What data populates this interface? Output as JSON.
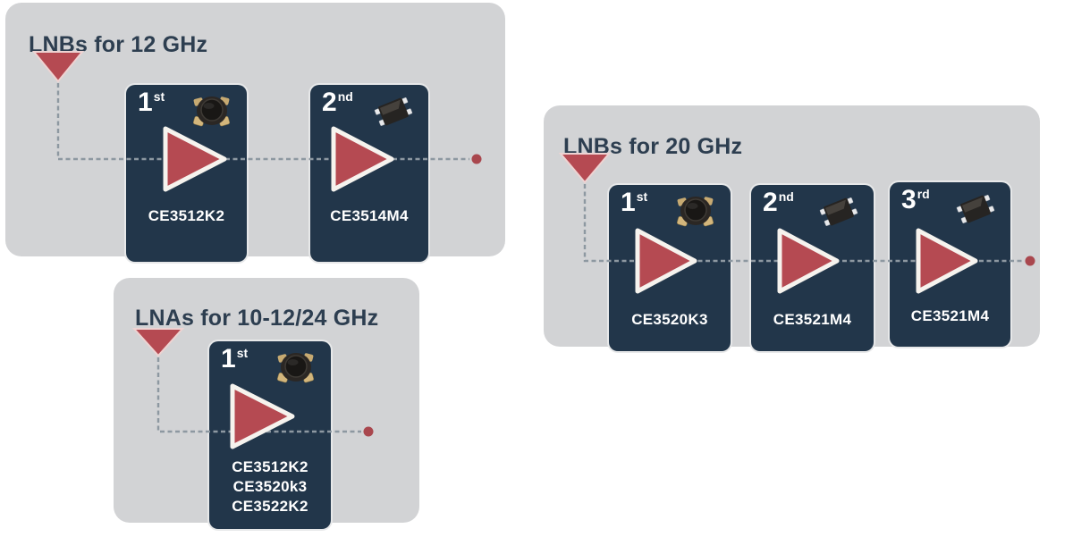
{
  "diagram": {
    "colors": {
      "panel_background": "#d2d3d5",
      "block_background": "#22364a",
      "accent_red": "#b54a52",
      "title_text": "#2d3e50",
      "dashed_line": "#8d98a1",
      "triangle_outline": "#f6f3ee",
      "label_text": "#ffffff"
    },
    "icons": {
      "antenna": "down-triangle-antenna-icon",
      "amplifier": "amplifier-triangle-icon",
      "metal_can_package": "metal-can-package-icon",
      "sot_package": "sot23-package-icon",
      "output": "output-dot-icon"
    }
  },
  "panels": [
    {
      "title": "LNBs for 12 GHz",
      "blocks": [
        {
          "ordinal": "1",
          "suffix": "st",
          "package_icon": "metal-can-package-icon",
          "parts": [
            "CE3512K2"
          ]
        },
        {
          "ordinal": "2",
          "suffix": "nd",
          "package_icon": "sot23-package-icon",
          "parts": [
            "CE3514M4"
          ]
        }
      ]
    },
    {
      "title": "LNAs for 10-12/24 GHz",
      "blocks": [
        {
          "ordinal": "1",
          "suffix": "st",
          "package_icon": "metal-can-package-icon",
          "parts": [
            "CE3512K2",
            "CE3520k3",
            "CE3522K2"
          ]
        }
      ]
    },
    {
      "title": "LNBs for 20 GHz",
      "blocks": [
        {
          "ordinal": "1",
          "suffix": "st",
          "package_icon": "metal-can-package-icon",
          "parts": [
            "CE3520K3"
          ]
        },
        {
          "ordinal": "2",
          "suffix": "nd",
          "package_icon": "sot23-package-icon",
          "parts": [
            "CE3521M4"
          ]
        },
        {
          "ordinal": "3",
          "suffix": "rd",
          "package_icon": "sot23-package-icon",
          "parts": [
            "CE3521M4"
          ]
        }
      ]
    }
  ]
}
